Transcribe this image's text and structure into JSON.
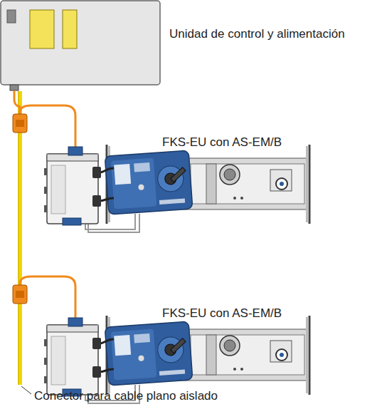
{
  "diagram": {
    "labels": [
      "Unidad de control y alimentación",
      "FKS-EU con AS-EM/B",
      "FKS-EU con AS-EM/B",
      "Conector para cable plano aislado"
    ]
  }
}
